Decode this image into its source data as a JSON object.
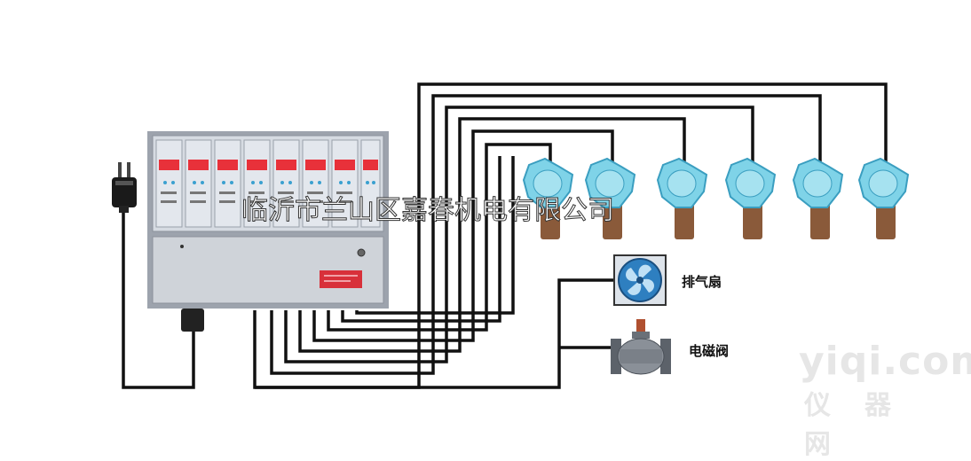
{
  "company_overlay": "临沂市兰山区嘉春机电有限公司",
  "outputs": {
    "fan_label": "排气扇",
    "valve_label": "电磁阀"
  },
  "watermark": {
    "en": "yiqi.com",
    "cn": "仪器网"
  },
  "colors": {
    "wire": "#111111",
    "sensor": "#7fd3e8",
    "sensor_dark": "#3a9ec0",
    "sensor_base": "#8a5a3a",
    "panel": "#c8ccd3",
    "display_red": "#e8313a",
    "tag_red": "#d8303a"
  },
  "detector_count": 6,
  "controller_channel_count": 8
}
